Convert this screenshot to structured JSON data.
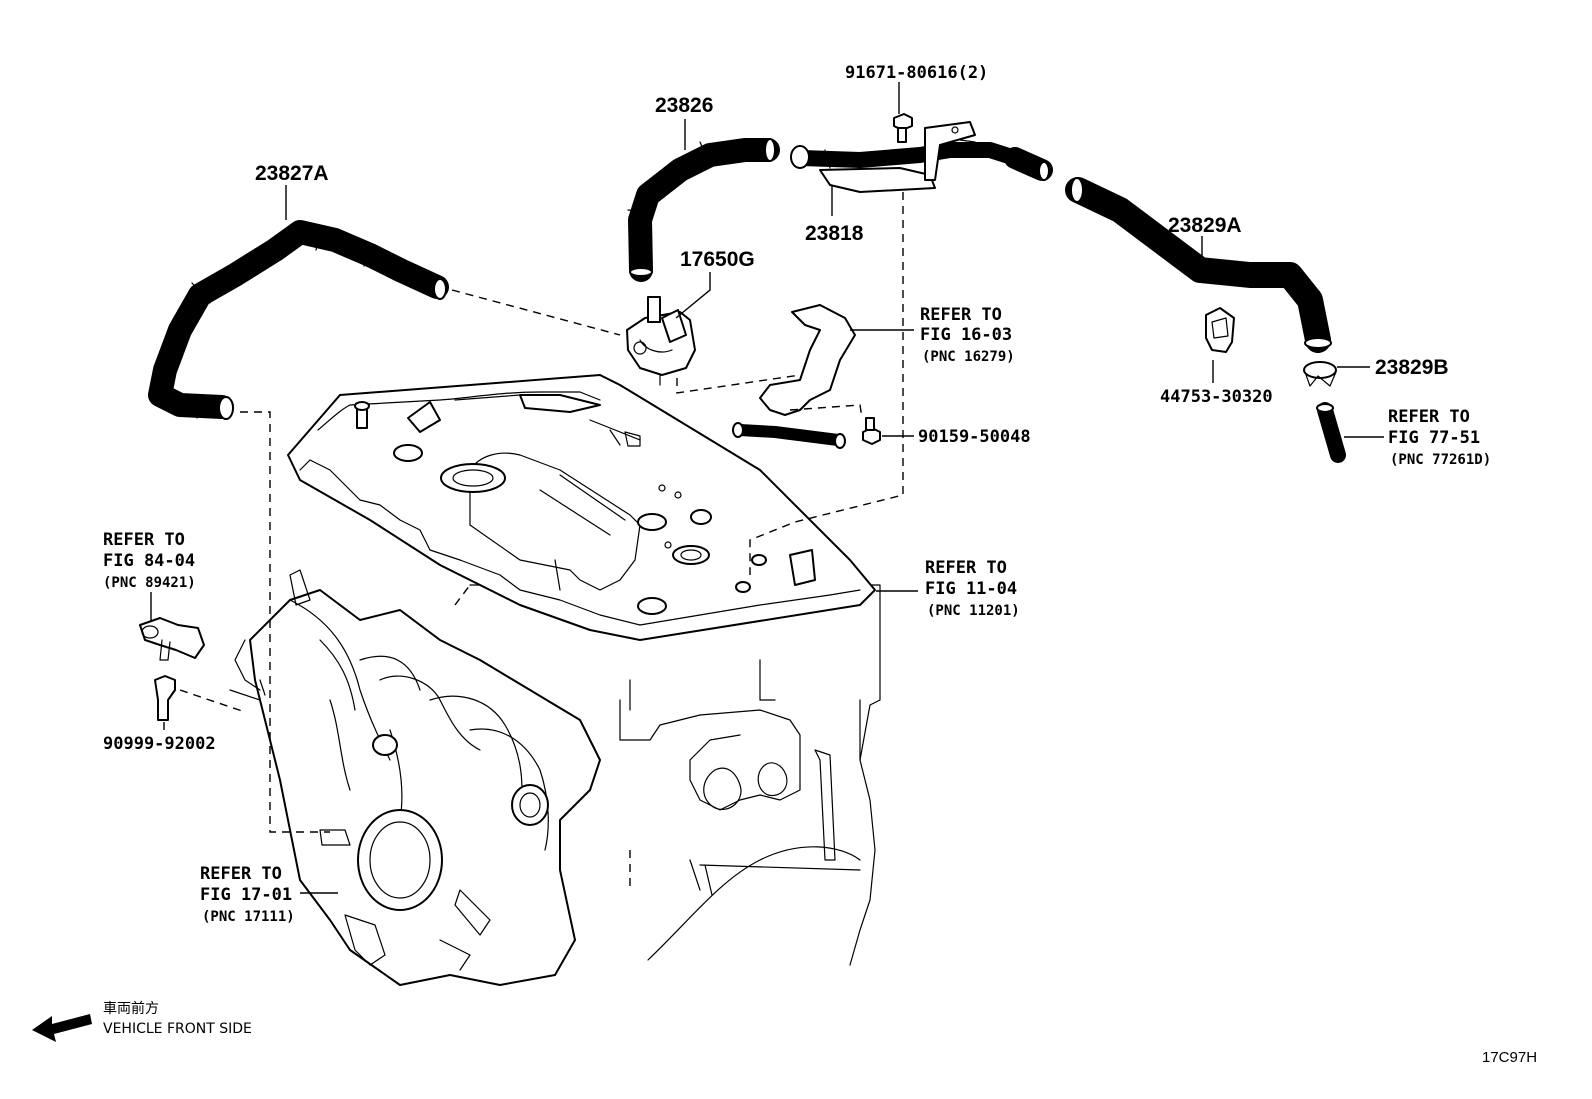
{
  "parts": {
    "p23827A": "23827A",
    "p23826": "23826",
    "p91671": "91671-80616(2)",
    "p23818": "23818",
    "p23829A": "23829A",
    "p17650G": "17650G",
    "p23829B": "23829B",
    "p44753": "44753-30320",
    "p90159": "90159-50048",
    "p90999": "90999-92002"
  },
  "refs": {
    "r1603": {
      "l1": "REFER TO",
      "l2": "FIG 16-03",
      "l3": "(PNC 16279)"
    },
    "r7751": {
      "l1": "REFER TO",
      "l2": "FIG 77-51",
      "l3": "(PNC 77261D)"
    },
    "r8404": {
      "l1": "REFER TO",
      "l2": "FIG 84-04",
      "l3": "(PNC 89421)"
    },
    "r1104": {
      "l1": "REFER TO",
      "l2": "FIG 11-04",
      "l3": "(PNC 11201)"
    },
    "r1701": {
      "l1": "REFER TO",
      "l2": "FIG 17-01",
      "l3": "(PNC 17111)"
    }
  },
  "footer": {
    "front_jp": "車両前方",
    "front_en": "VEHICLE FRONT SIDE",
    "code": "17C97H"
  },
  "icons": [
    "arrow-left-icon"
  ]
}
